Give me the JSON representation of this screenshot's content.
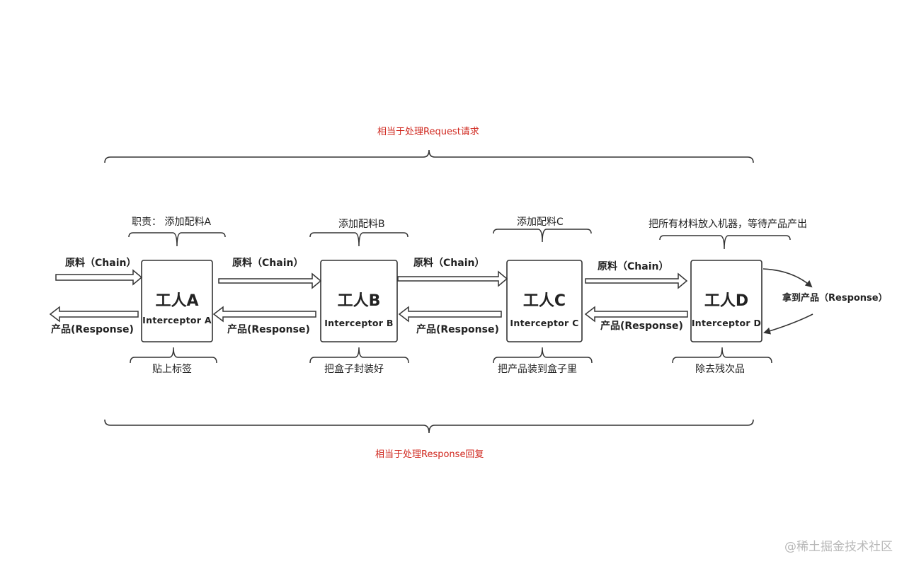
{
  "top_brace_label": "相当于处理Request请求",
  "bottom_brace_label": "相当于处理Response回复",
  "workers": [
    {
      "name": "工人A",
      "interceptor": "Interceptor A",
      "top_note": "职责：  添加配料A",
      "bottom_note": "贴上标签"
    },
    {
      "name": "工人B",
      "interceptor": "Interceptor B",
      "top_note": "添加配料B",
      "bottom_note": "把盒子封装好"
    },
    {
      "name": "工人C",
      "interceptor": "Interceptor C",
      "top_note": "添加配料C",
      "bottom_note": "把产品装到盒子里"
    },
    {
      "name": "工人D",
      "interceptor": "Interceptor D",
      "top_note": "把所有材料放入机器，等待产品产出",
      "bottom_note": "除去残次品"
    }
  ],
  "request_labels": [
    "原料（Chain）",
    "原料（Chain）",
    "原料（Chain）",
    "原料（Chain）"
  ],
  "response_labels": [
    "产品(Response)",
    "产品(Response)",
    "产品(Response)",
    "产品(Response)"
  ],
  "loop_label": "拿到产品（Response）",
  "watermark": "@稀土掘金技术社区",
  "colors": {
    "annotation": "#d0281f",
    "stroke": "#333333",
    "watermark": "#b8b8b8"
  }
}
